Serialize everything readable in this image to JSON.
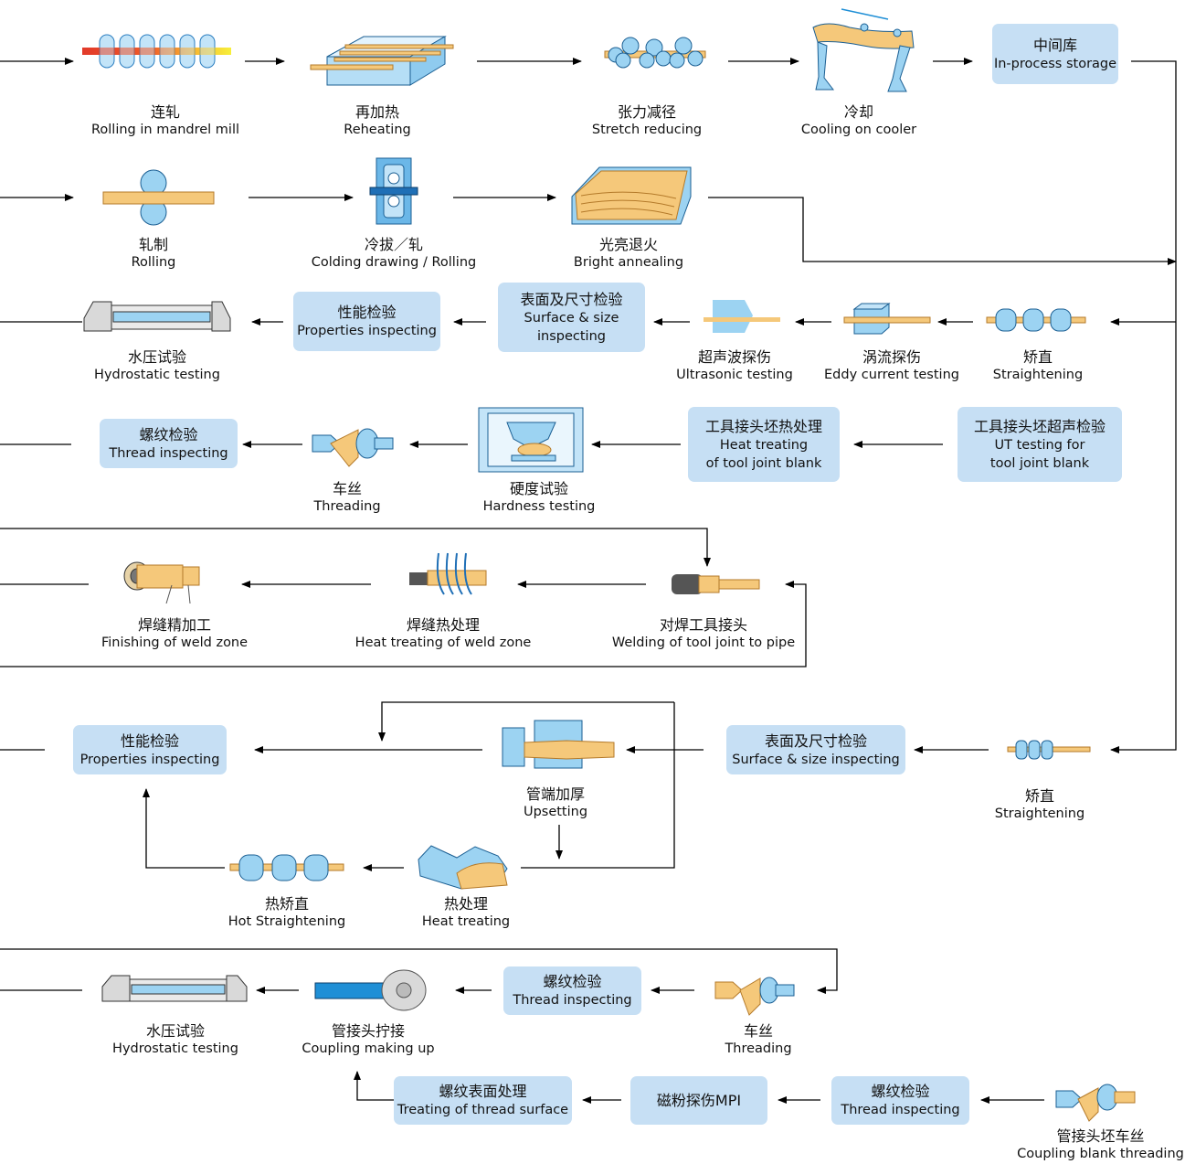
{
  "row1": {
    "mandrel": {
      "cn": "连轧",
      "en": "Rolling in mandrel mill"
    },
    "reheat": {
      "cn": "再加热",
      "en": "Reheating"
    },
    "stretch": {
      "cn": "张力减径",
      "en": "Stretch reducing"
    },
    "cooling": {
      "cn": "冷却",
      "en": "Cooling on cooler"
    },
    "storage": {
      "cn": "中间库",
      "en": "In-process storage"
    }
  },
  "row2": {
    "rolling": {
      "cn": "轧制",
      "en": "Rolling"
    },
    "colding": {
      "cn": "冷拔／轧",
      "en": "Colding drawing / Rolling"
    },
    "bright": {
      "cn": "光亮退火",
      "en": "Bright annealing"
    }
  },
  "row3": {
    "hydro": {
      "cn": "水压试验",
      "en": "Hydrostatic testing"
    },
    "props": {
      "cn": "性能检验",
      "en": "Properties inspecting"
    },
    "surface": {
      "cn": "表面及尺寸检验",
      "en1": "Surface & size",
      "en2": "inspecting"
    },
    "ultra": {
      "cn": "超声波探伤",
      "en": "Ultrasonic testing"
    },
    "eddy": {
      "cn": "涡流探伤",
      "en": "Eddy current testing"
    },
    "straight": {
      "cn": "矫直",
      "en": "Straightening"
    }
  },
  "row4": {
    "thread_insp": {
      "cn": "螺纹检验",
      "en": "Thread inspecting"
    },
    "threading": {
      "cn": "车丝",
      "en": "Threading"
    },
    "hardness": {
      "cn": "硬度试验",
      "en": "Hardness  testing"
    },
    "heat_tj": {
      "cn": "工具接头坯热处理",
      "en1": "Heat treating",
      "en2": "of tool joint blank"
    },
    "ut_tj": {
      "cn": "工具接头坯超声检验",
      "en1": "UT testing for",
      "en2": "tool joint blank"
    }
  },
  "row5": {
    "finish": {
      "cn": "焊缝精加工",
      "en": "Finishing of weld zone"
    },
    "weld_heat": {
      "cn": "焊缝热处理",
      "en": "Heat treating of weld zone"
    },
    "welding": {
      "cn": "对焊工具接头",
      "en": "Welding of tool joint to pipe"
    }
  },
  "row6": {
    "props": {
      "cn": "性能检验",
      "en": "Properties inspecting"
    },
    "upset": {
      "cn": "管端加厚",
      "en": "Upsetting"
    },
    "surface": {
      "cn": "表面及尺寸检验",
      "en": "Surface & size inspecting"
    },
    "straight": {
      "cn": "矫直",
      "en": "Straightening"
    },
    "hot_straight": {
      "cn": "热矫直",
      "en": "Hot Straightening"
    },
    "heat": {
      "cn": "热处理",
      "en": "Heat treating"
    }
  },
  "row7": {
    "hydro": {
      "cn": "水压试验",
      "en": "Hydrostatic testing"
    },
    "coupling": {
      "cn": "管接头拧接",
      "en": "Coupling making up"
    },
    "thread_insp": {
      "cn": "螺纹检验",
      "en": "Thread inspecting"
    },
    "threading": {
      "cn": "车丝",
      "en": "Threading"
    }
  },
  "row8": {
    "treat_thread": {
      "cn": "螺纹表面处理",
      "en": "Treating of thread surface"
    },
    "mpi": {
      "cn": "磁粉探伤MPI"
    },
    "thread_insp": {
      "cn": "螺纹检验",
      "en": "Thread inspecting"
    },
    "coupling_thread": {
      "cn": "管接头坯车丝",
      "en": "Coupling blank threading"
    }
  },
  "colors": {
    "box": "#c6dff4",
    "blue": "#8fcbef",
    "blue_dark": "#1f6fb6",
    "orange": "#f5c87a",
    "red": "#e23a2a",
    "yellow": "#f7e33a"
  }
}
